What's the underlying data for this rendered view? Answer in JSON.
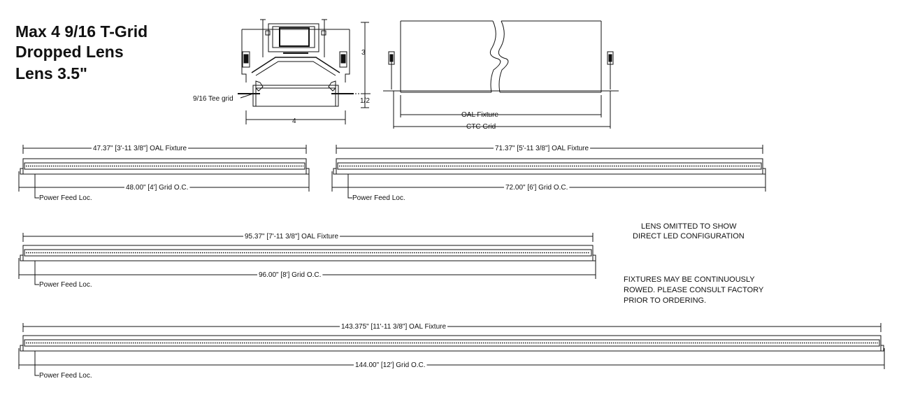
{
  "title": {
    "line1": "Max 4 9/16 T-Grid",
    "line2": "Dropped Lens",
    "line3": "Lens 3.5\""
  },
  "section_view": {
    "tee_grid_label": "9/16 Tee grid",
    "height_label": "3",
    "drop_label": "1/2",
    "width_label": "4"
  },
  "side_view": {
    "oal_label": "OAL Fixture",
    "ctc_label": "CTC Grid"
  },
  "fixtures": [
    {
      "oal": "47.37\" [3'-11 3/8\"] OAL Fixture",
      "grid": "48.00\" [4'] Grid O.C.",
      "power": "Power Feed Loc."
    },
    {
      "oal": "71.37\" [5'-11 3/8\"] OAL Fixture",
      "grid": "72.00\" [6'] Grid O.C.",
      "power": "Power Feed Loc."
    },
    {
      "oal": "95.37\" [7'-11 3/8\"] OAL Fixture",
      "grid": "96.00\" [8'] Grid O.C.",
      "power": "Power Feed Loc."
    },
    {
      "oal": "143.375\" [11'-11 3/8\"] OAL Fixture",
      "grid": "144.00\" [12'] Grid O.C.",
      "power": "Power Feed Loc."
    }
  ],
  "notes": {
    "lens_line1": "LENS OMITTED TO SHOW",
    "lens_line2": "DIRECT LED CONFIGURATION",
    "rowed_line1": "FIXTURES MAY BE CONTINUOUSLY",
    "rowed_line2": "ROWED. PLEASE CONSULT FACTORY",
    "rowed_line3": "PRIOR TO ORDERING."
  }
}
